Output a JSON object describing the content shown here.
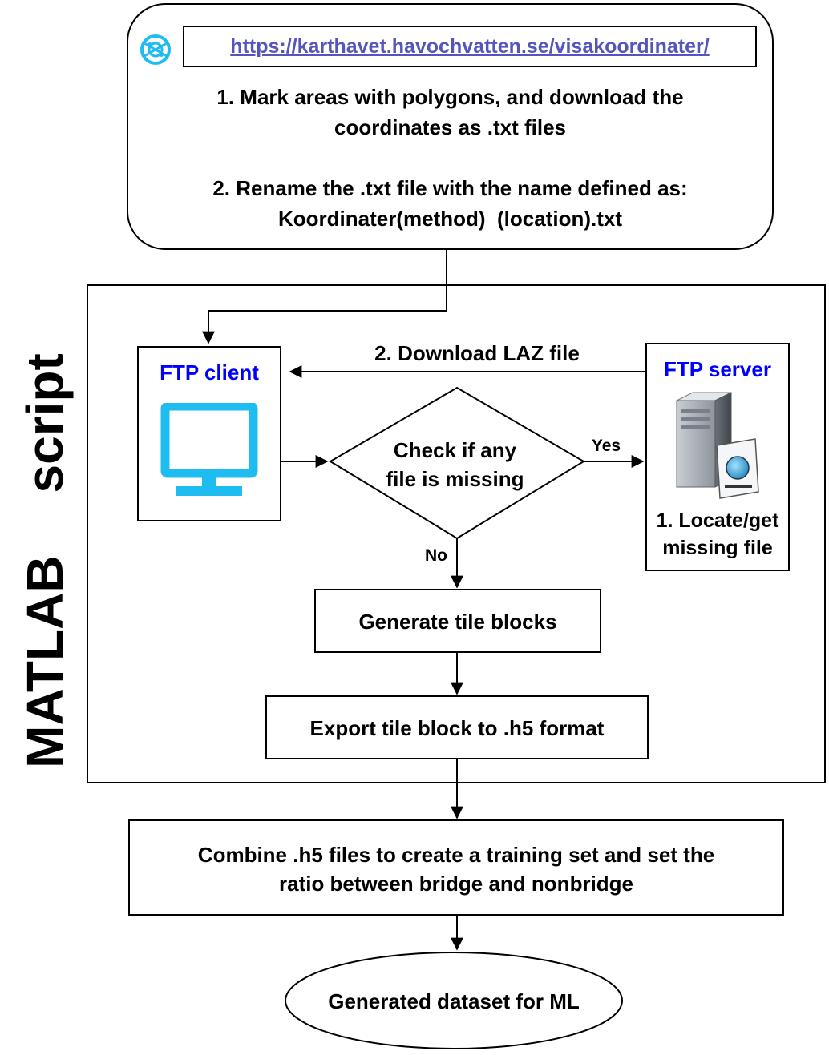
{
  "top_box": {
    "url": "https://karthavet.havochvatten.se/visakoordinater/",
    "step1": "1. Mark areas with polygons, and download the coordinates as .txt files",
    "step1_line1": "1. Mark areas with polygons, and download the",
    "step1_line2": "coordinates as .txt files",
    "step2_line1": "2. Rename the .txt file with the name defined as:",
    "step2_line2": "Koordinater(method)_(location).txt",
    "icon": "globe-network-icon"
  },
  "matlab": {
    "label_word1": "MATLAB",
    "label_word2": "script"
  },
  "ftp_client": {
    "title": "FTP client",
    "icon": "monitor-icon"
  },
  "ftp_server": {
    "title": "FTP server",
    "icon": "server-icon",
    "step_line1": "1. Locate/get",
    "step_line2": "missing file"
  },
  "download_label": "2. Download LAZ file",
  "decision": {
    "line1": "Check if any",
    "line2": "file is missing",
    "yes": "Yes",
    "no": "No"
  },
  "generate": "Generate tile blocks",
  "export": "Export tile block to .h5 format",
  "combine_line1": "Combine .h5 files to create a training set and set the",
  "combine_line2": "ratio between bridge and nonbridge",
  "final": "Generated dataset for ML",
  "colors": {
    "title_blue": "#0000FF",
    "monitor_cyan": "#1EBCF0",
    "url": "#5555BB"
  }
}
